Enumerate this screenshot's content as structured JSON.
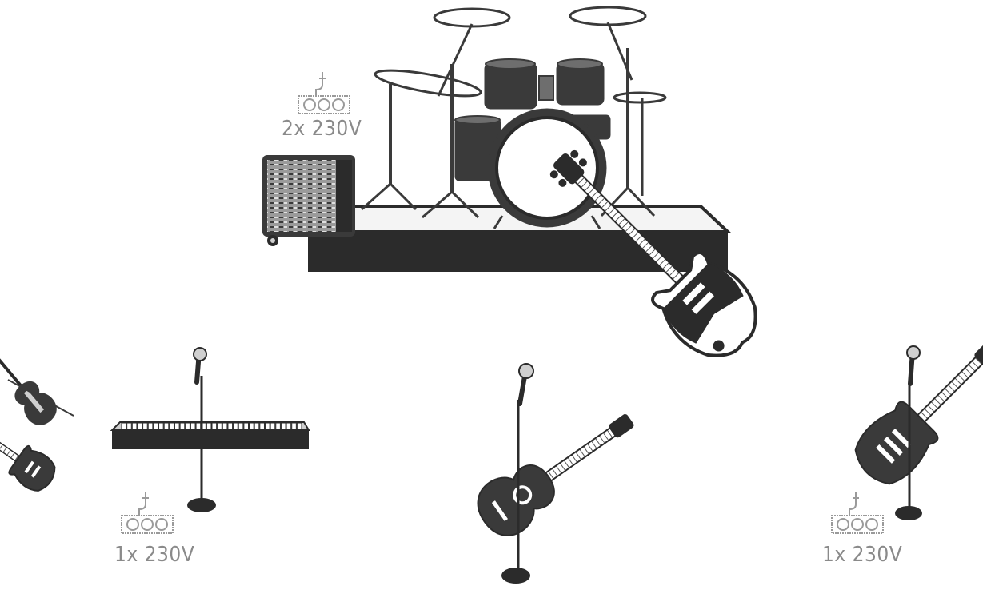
{
  "colors": {
    "ink": "#3a3a3a",
    "dark": "#2b2b2b",
    "mid": "#6e6e6e",
    "light": "#cfcfcf",
    "paper": "#ffffff",
    "label": "#8a8a8a"
  },
  "power": {
    "drums": "2x 230V",
    "keys": "1x 230V",
    "right": "1x 230V"
  },
  "icons": [
    "drum-kit-icon",
    "drum-riser-icon",
    "amp-rack-icon",
    "power-strip-icon",
    "bass-guitar-icon",
    "electric-guitar-icon",
    "acoustic-guitar-icon",
    "violin-icon",
    "keyboard-icon",
    "microphone-stand-icon"
  ]
}
